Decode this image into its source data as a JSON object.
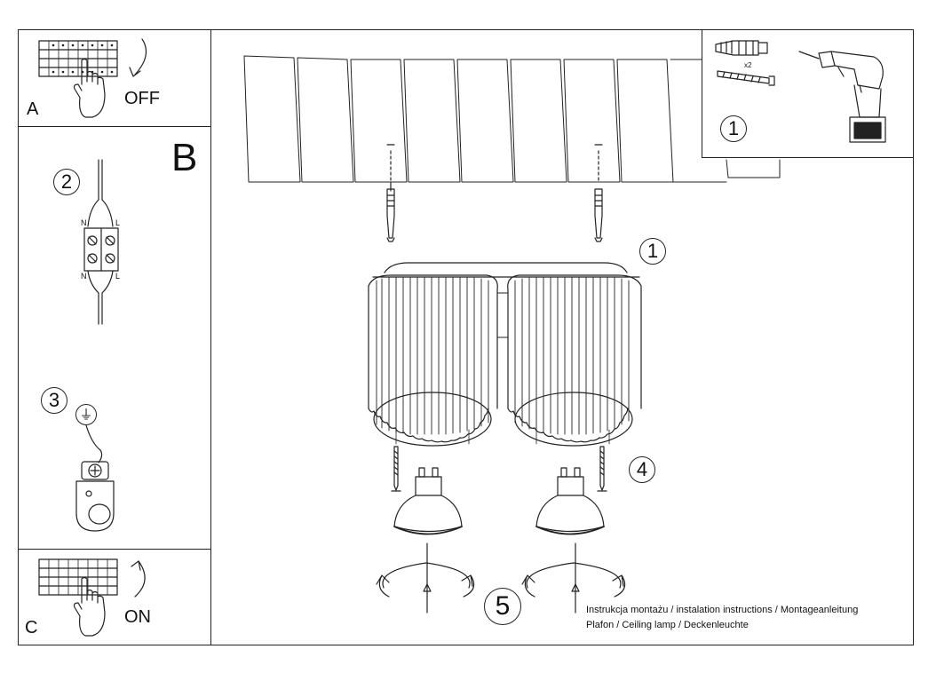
{
  "sections": {
    "a": {
      "letter": "A",
      "action": "OFF"
    },
    "b": {
      "letter": "B"
    },
    "c": {
      "letter": "C",
      "action": "ON"
    }
  },
  "steps": {
    "step1_top": "1",
    "step1_mid": "1",
    "step2": "2",
    "step3": "3",
    "step4": "4",
    "step5": "5"
  },
  "wiring": {
    "n_top": "N",
    "l_top": "L",
    "n_bottom": "N",
    "l_bottom": "L",
    "earth": "⏚"
  },
  "tools": {
    "quantity": "x2"
  },
  "caption": {
    "line1": "Instrukcja montażu / instalation instructions / Montageanleitung",
    "line2": "Plafon / Ceiling lamp / Deckenleuchte"
  },
  "icons": [
    "fuse-box-icon",
    "hand-icon",
    "rotate-arrow-icon",
    "wall-plug-icon",
    "screw-icon",
    "drill-icon",
    "terminal-block-icon",
    "earth-icon",
    "ceiling-lamp-icon",
    "gu10-bulb-icon",
    "twist-arrow-icon"
  ]
}
